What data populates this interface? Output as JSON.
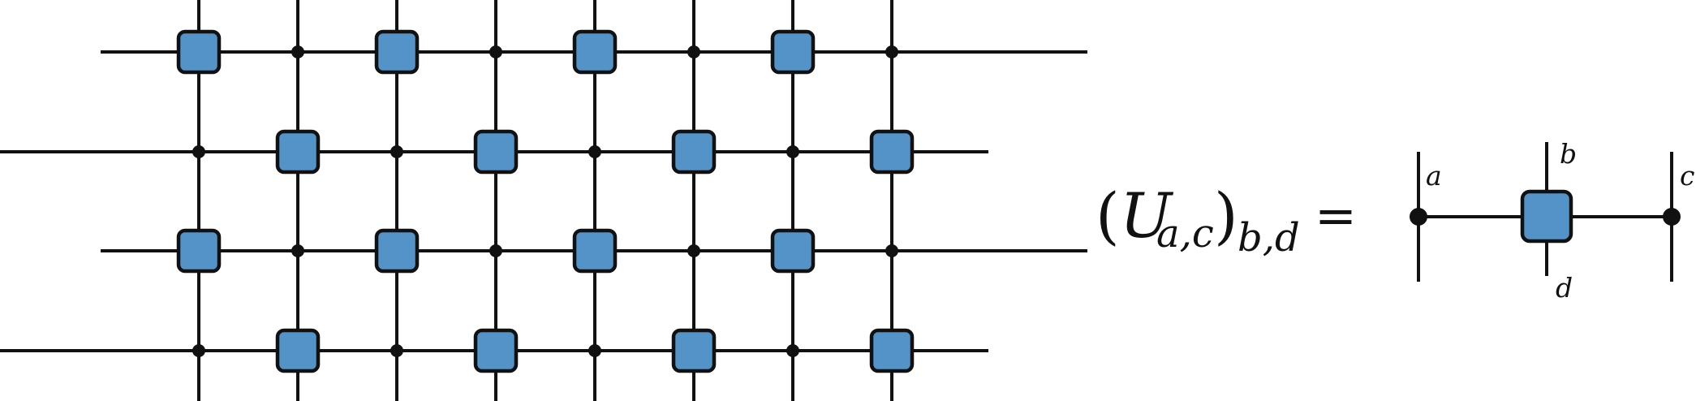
{
  "colors": {
    "line": "#111111",
    "tensor_fill": "#5393C7",
    "tensor_stroke": "#111111",
    "node": "#111111",
    "background": "#ffffff"
  },
  "lattice": {
    "rows": [
      {
        "name": "row-1",
        "start_col": 0,
        "cells": [
          "tensor",
          "node",
          "tensor",
          "node",
          "tensor",
          "node",
          "tensor",
          "node"
        ]
      },
      {
        "name": "row-2",
        "start_col": 0,
        "cells": [
          "node",
          "tensor",
          "node",
          "tensor",
          "node",
          "tensor",
          "node",
          "tensor"
        ]
      },
      {
        "name": "row-3",
        "start_col": 0,
        "cells": [
          "tensor",
          "node",
          "tensor",
          "node",
          "tensor",
          "node",
          "tensor",
          "node"
        ]
      },
      {
        "name": "row-4",
        "start_col": 0,
        "cells": [
          "node",
          "tensor",
          "node",
          "tensor",
          "node",
          "tensor",
          "node",
          "tensor"
        ]
      }
    ]
  },
  "equation": {
    "open_paren": "(",
    "symbol": "U",
    "subscript": "a,c",
    "close_paren": ")",
    "outer_subscript": "b,d",
    "equals": "="
  },
  "unitary_legs": {
    "a": "a",
    "b": "b",
    "c": "c",
    "d": "d"
  }
}
